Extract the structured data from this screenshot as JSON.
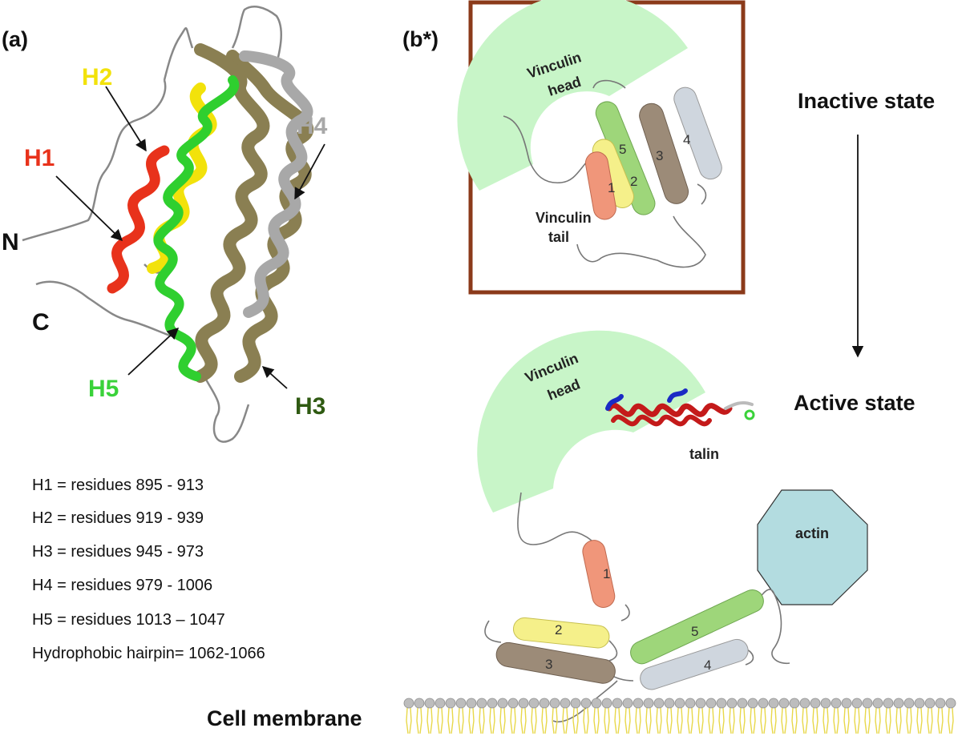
{
  "panel_a": {
    "label": "(a)",
    "helices": [
      {
        "name": "H1",
        "color": "#e8321b"
      },
      {
        "name": "H2",
        "color": "#f2e20b"
      },
      {
        "name": "H3",
        "color": "#2f5a12"
      },
      {
        "name": "H4",
        "color": "#a8a8a8"
      },
      {
        "name": "H5",
        "color": "#3ad23a"
      }
    ],
    "n_terminus": "N",
    "c_terminus": "C",
    "legend": [
      "H1 = residues 895 - 913",
      "H2 = residues 919 - 939",
      "H3 = residues 945 - 973",
      "H4 = residues 979 - 1006",
      "H5 = residues 1013 – 1047",
      "Hydrophobic hairpin= 1062-1066"
    ]
  },
  "panel_b": {
    "label": "(b*)",
    "inactive_state": "Inactive state",
    "active_state": "Active state",
    "vinculin_head": [
      "Vinculin",
      "head"
    ],
    "vinculin_tail": [
      "Vinculin",
      "tail"
    ],
    "talin": "talin",
    "actin": "actin",
    "cell_membrane": "Cell membrane",
    "cylinder_numbers": [
      "1",
      "2",
      "3",
      "4",
      "5"
    ],
    "colors": {
      "box_border": "#8b3a1a",
      "vinculin_head_fill": "#c8f5c8",
      "actin_fill": "#b3dce0",
      "cyl1": "#f0967a",
      "cyl2": "#f5f08a",
      "cyl3": "#9c8b78",
      "cyl4": "#cfd6de",
      "cyl5": "#9ed67a"
    }
  }
}
